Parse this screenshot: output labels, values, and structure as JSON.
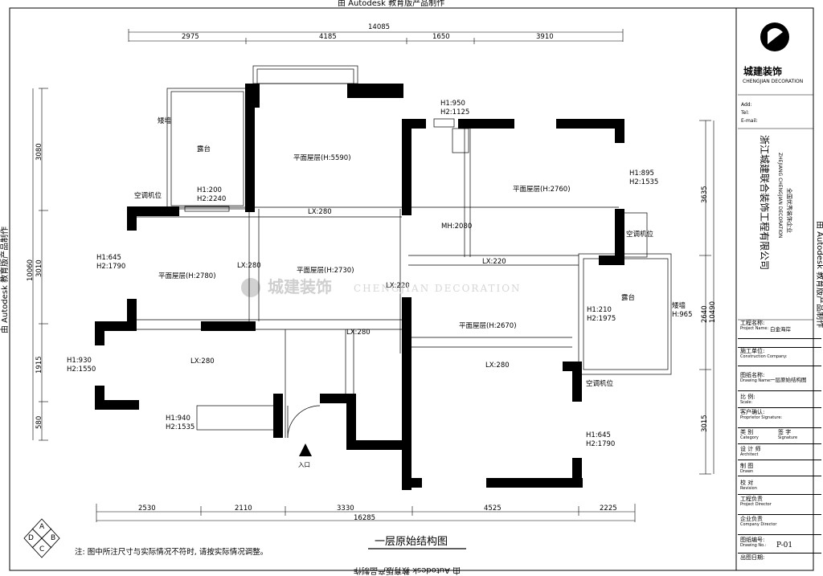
{
  "watermark_top": "由 Autodesk 教育版产品制作",
  "watermark_bottom": "由 Autodesk 教育版产品制作",
  "watermark_left": "由 Autodesk 教育版产品制作",
  "watermark_right": "由 Autodesk 教育版产品制作",
  "company": {
    "logo_cn": "城建装饰",
    "logo_en": "CHENGJIAN DECORATION",
    "contacts": [
      "Add:",
      "Tel:",
      "E-mail:"
    ],
    "name_cn": "浙江城建联合装饰工程有限公司",
    "name_en": "ZHEJIANG CHENGJIAN DECORATION",
    "slogan": "全国优秀装饰企业"
  },
  "center_watermark": {
    "cn": "城建装饰",
    "en": "CHENGJIAN DECORATION"
  },
  "title_block": {
    "project_label": "工程名称:",
    "project_label_en": "Project Name:",
    "project_value": "白金海岸",
    "construction_label": "施工单位:",
    "construction_label_en": "Construction Company:",
    "drawing_name_label": "图纸名称:",
    "drawing_name_label_en": "Drawing Name:",
    "drawing_name_value": "一层原始结构图",
    "scale_label": "比 例:",
    "scale_label_en": "Scale:",
    "proprietor_label": "客户确认:",
    "proprietor_label_en": "Proprietor Signature:",
    "category_label": "类 别",
    "category_label_en": "Category",
    "signature_label": "签 字",
    "signature_label_en": "Signature",
    "architect_label": "设 计 师",
    "architect_label_en": "Architect",
    "drawn_label": "制 图",
    "drawn_label_en": "Drawn",
    "revision_label": "校 对",
    "revision_label_en": "Revision",
    "project_director_label": "工程负责",
    "project_director_label_en": "Project Director",
    "company_director_label": "企业负责",
    "company_director_label_en": "Company Director",
    "drawing_no_label": "图纸编号:",
    "drawing_no_label_en": "Drawing No.:",
    "drawing_no_value": "P-01",
    "date_label": "出图日期:"
  },
  "dimensions": {
    "top_total": "14085",
    "top": [
      "2975",
      "4185",
      "1650",
      "3910"
    ],
    "bottom_total": "16285",
    "bottom": [
      "2530",
      "2110",
      "3330",
      "4525",
      "2225"
    ],
    "left_total": "10060",
    "left": [
      "3080",
      "3010",
      "1915",
      "580"
    ],
    "right_total": "10490",
    "right": [
      "3635",
      "2640",
      "3015"
    ]
  },
  "labels": {
    "dwarf_wall_left": "矮墙",
    "terrace_left": "露台",
    "roof_5590": "平面屋层(H:5590)",
    "h1_950": "H1:950",
    "h2_1125": "H2:1125",
    "roof_2760": "平面屋层(H:2760)",
    "h1_895": "H1:895",
    "h2_1535": "H2:1535",
    "h1_200": "H1:200",
    "h2_2240": "H2:2240",
    "ac_left": "空调机位",
    "lx280_a": "LX:280",
    "mh2080": "MH:2080",
    "ac_right": "空调机位",
    "h1_645a": "H1:645",
    "h2_1790a": "H2:1790",
    "lx280_b": "LX:280",
    "lx220_a": "LX:220",
    "roof_2780": "平面屋层(H:2780)",
    "roof_2730": "平面屋层(H:2730)",
    "lx220_b": "LX:220",
    "terrace_right": "露台",
    "dwarf_wall_right": "矮墙",
    "h965": "H:965",
    "h1_210": "H1:210",
    "h2_1975": "H2:1975",
    "roof_2670": "平面屋层(H:2670)",
    "lx280_c": "LX:280",
    "h1_930": "H1:930",
    "h2_1550": "H2:1550",
    "lx280_d": "LX:280",
    "lx280_e": "LX:280",
    "ac_bottom": "空调机位",
    "h1_940": "H1:940",
    "h1_645b": "H1:645",
    "h2_1790b": "H2:1790",
    "entrance": "入口"
  },
  "compass": [
    "A",
    "B",
    "C",
    "D"
  ],
  "drawing_title": "一层原始结构图",
  "note": "注: 图中所注尺寸与实际情况不符时, 请按实际情况调整。"
}
